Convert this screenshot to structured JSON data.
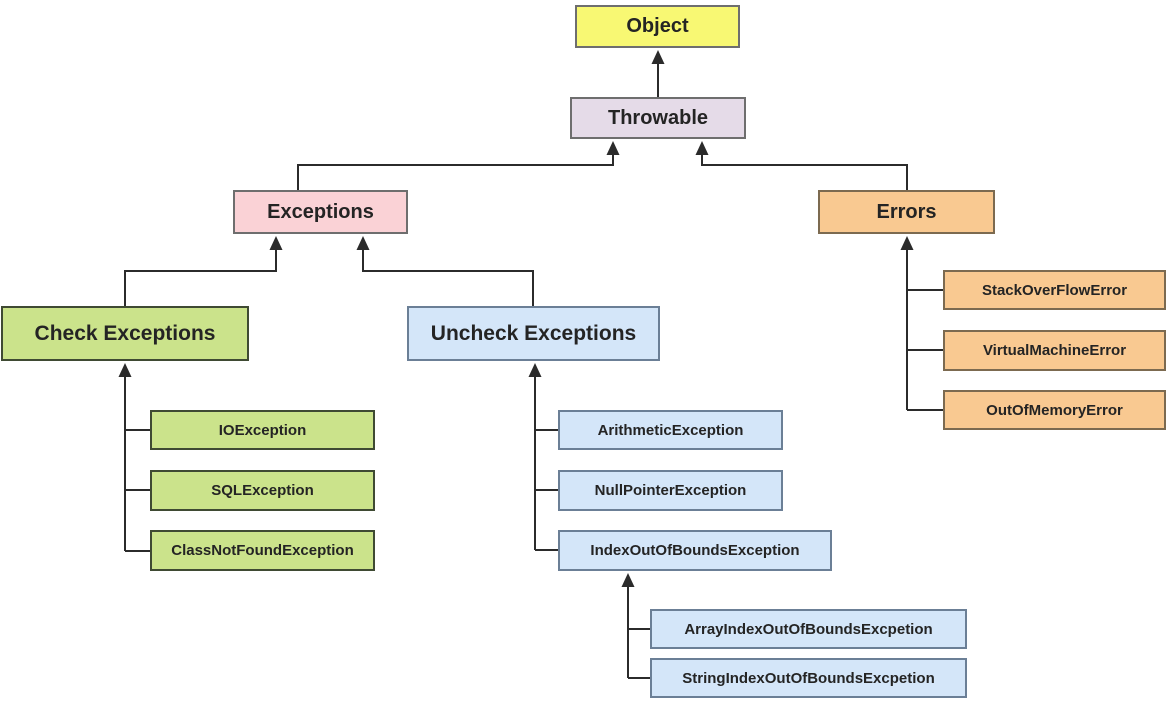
{
  "diagram": {
    "colors": {
      "object_fill": "#F8F873",
      "throwable_fill": "#E5DBE8",
      "exceptions_fill": "#FAD2D6",
      "errors_fill": "#F9C991",
      "checked_fill": "#CBE38B",
      "unchecked_fill": "#D4E6F9",
      "line": "#2b2b2b"
    },
    "nodes": {
      "object": {
        "label": "Object"
      },
      "throwable": {
        "label": "Throwable"
      },
      "exceptions": {
        "label": "Exceptions"
      },
      "errors": {
        "label": "Errors"
      },
      "check_exceptions": {
        "label": "Check Exceptions"
      },
      "uncheck_exceptions": {
        "label": "Uncheck Exceptions"
      },
      "io_exception": {
        "label": "IOException"
      },
      "sql_exception": {
        "label": "SQLException"
      },
      "class_not_found_exception": {
        "label": "ClassNotFoundException"
      },
      "arithmetic_exception": {
        "label": "ArithmeticException"
      },
      "null_pointer_exception": {
        "label": "NullPointerException"
      },
      "index_out_of_bounds_exception": {
        "label": "IndexOutOfBoundsException"
      },
      "array_index_out_of_bounds_excpetion": {
        "label": "ArrayIndexOutOfBoundsExcpetion"
      },
      "string_index_out_of_bounds_excpetion": {
        "label": "StringIndexOutOfBoundsExcpetion"
      },
      "stack_overflow_error": {
        "label": "StackOverFlowError"
      },
      "virtual_machine_error": {
        "label": "VirtualMachineError"
      },
      "out_of_memory_error": {
        "label": "OutOfMemoryError"
      }
    }
  }
}
